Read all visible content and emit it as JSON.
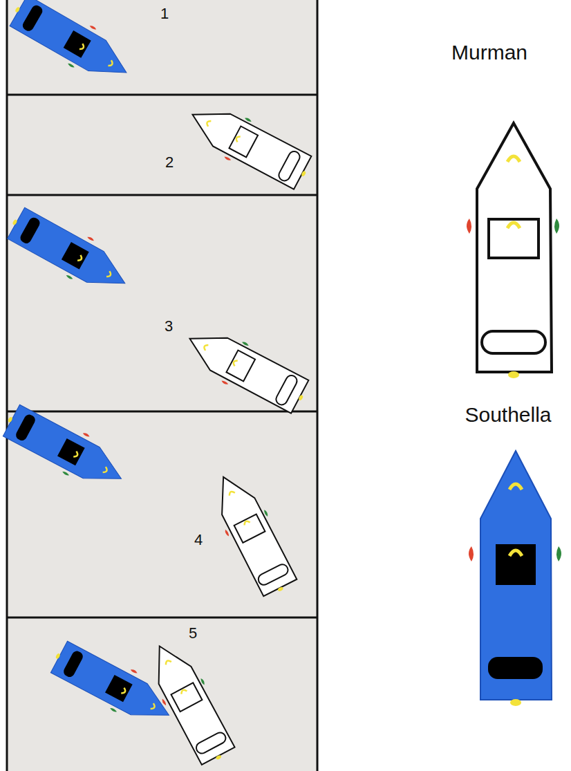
{
  "diagram": {
    "labels": [
      "1",
      "2",
      "3",
      "4",
      "5",
      "Murman",
      "Southella"
    ]
  }
}
